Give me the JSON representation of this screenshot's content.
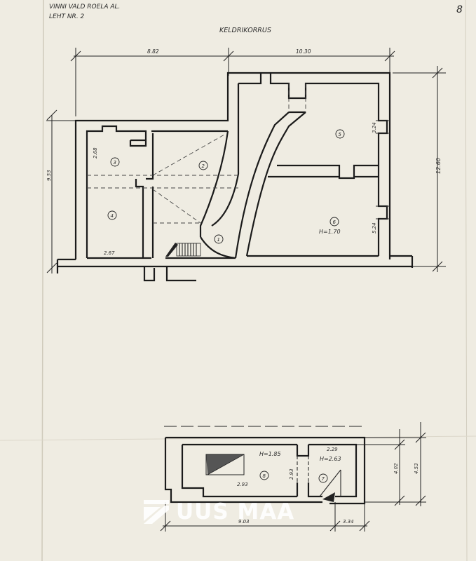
{
  "header": {
    "line1": "VINNI VALD ROELA AL.",
    "line2": "LEHT NR. 2",
    "page_number": "8"
  },
  "plan_title": "KELDRIKORRUS",
  "dimensions": {
    "top_left": "8.82",
    "top_right": "10.30",
    "right_total": "12.60",
    "left_height": "9.53",
    "room3_side": "2.68",
    "room5_side": "3.24",
    "room6_side": "5.24",
    "room4_width": "2.67",
    "annex_room8_width": "2.93",
    "annex_room8_side": "2.93",
    "annex_room7_width": "2.29",
    "annex_right_inner": "4.02",
    "annex_right_outer": "4.53",
    "annex_bottom_left": "9.03",
    "annex_bottom_right": "3.34"
  },
  "rooms": [
    {
      "number": "1"
    },
    {
      "number": "2"
    },
    {
      "number": "3"
    },
    {
      "number": "4"
    },
    {
      "number": "5"
    },
    {
      "number": "6",
      "height": "H=1.70"
    },
    {
      "number": "7",
      "height": "H=2.63"
    },
    {
      "number": "8",
      "height": "H=1.85"
    }
  ],
  "watermark": "UUS MAA"
}
